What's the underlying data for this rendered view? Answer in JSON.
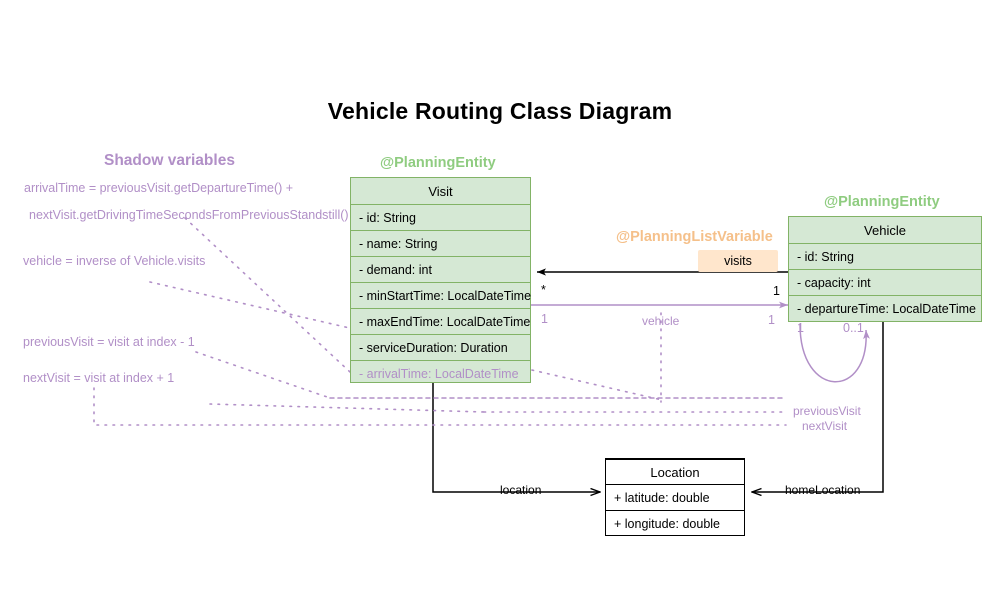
{
  "page": {
    "title": "Vehicle Routing Class Diagram",
    "background": "#ffffff"
  },
  "colors": {
    "entity_fill": "#d5e8d4",
    "entity_border": "#82b366",
    "stereotype_green": "#8fcc80",
    "stereotype_orange": "#f5c08a",
    "shadow_purple": "#b18fc7",
    "badge_fill": "#ffe6cc",
    "plain_border": "#000000"
  },
  "shadow_panel": {
    "heading": "Shadow variables",
    "lines": [
      "arrivalTime = previousVisit.getDepartureTime() +",
      "nextVisit.getDrivingTimeSecondsFromPreviousStandstill()",
      "vehicle = inverse of Vehicle.visits",
      "previousVisit = visit at index - 1",
      "nextVisit = visit at index + 1"
    ]
  },
  "classes": {
    "visit": {
      "stereotype": "@PlanningEntity",
      "name": "Visit",
      "attributes": [
        {
          "text": "- id: String",
          "shadow": false
        },
        {
          "text": "- name: String",
          "shadow": false
        },
        {
          "text": "- demand: int",
          "shadow": false
        },
        {
          "text": "- minStartTime: LocalDateTime",
          "shadow": false
        },
        {
          "text": "- maxEndTime: LocalDateTime",
          "shadow": false
        },
        {
          "text": "- serviceDuration: Duration",
          "shadow": false
        },
        {
          "text": "- arrivalTime: LocalDateTime",
          "shadow": true
        }
      ]
    },
    "vehicle": {
      "stereotype": "@PlanningEntity",
      "name": "Vehicle",
      "attributes": [
        {
          "text": "- id: String",
          "shadow": false
        },
        {
          "text": "- capacity: int",
          "shadow": false
        },
        {
          "text": "- departureTime: LocalDateTime",
          "shadow": false
        }
      ]
    },
    "location": {
      "stereotype": "",
      "name": "Location",
      "attributes": [
        {
          "text": "+ latitude: double",
          "shadow": false
        },
        {
          "text": "+ longitude: double",
          "shadow": false
        }
      ]
    }
  },
  "relations": {
    "visits": {
      "stereotype": "@PlanningListVariable",
      "badge": "visits",
      "source_multiplicity": "1",
      "target_multiplicity": "*"
    },
    "vehicle": {
      "label": "vehicle",
      "source_multiplicity": "1",
      "target_multiplicity": "1"
    },
    "location": {
      "label": "location"
    },
    "home_location": {
      "label": "homeLocation"
    },
    "previous_visit": {
      "label": "previousVisit",
      "multiplicity": "1"
    },
    "next_visit": {
      "label": "nextVisit",
      "multiplicity": "0..1"
    }
  }
}
